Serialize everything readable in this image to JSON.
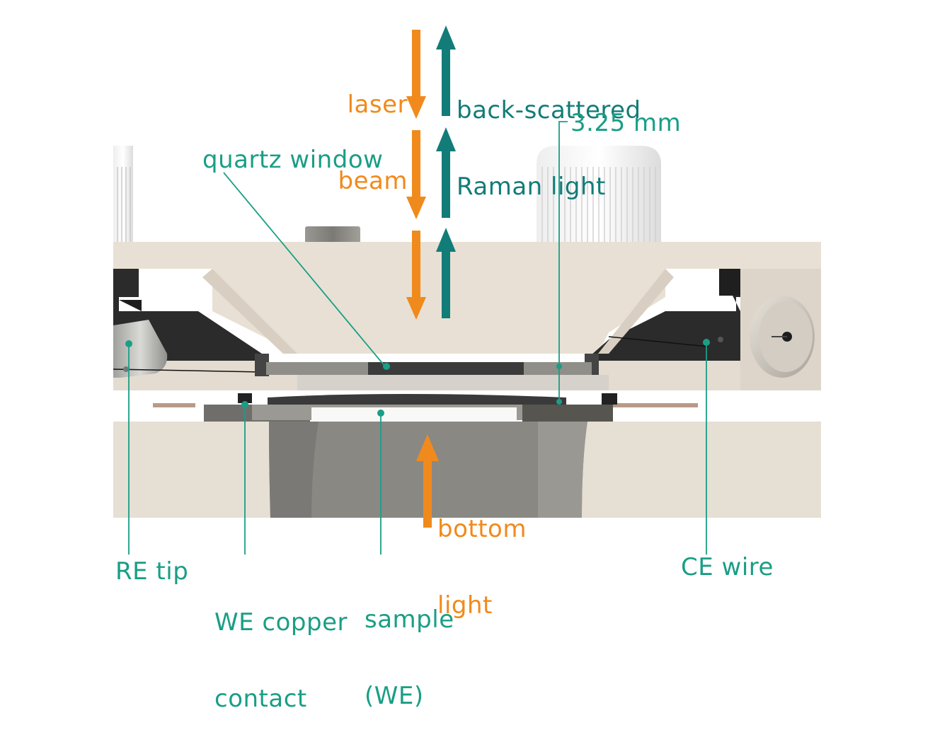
{
  "colors": {
    "label_teal": "#1a9e86",
    "arrow_teal": "#127c78",
    "orange": "#f08a1c",
    "housing": "#e6ddd0",
    "housing_shade": "#c9c0b3",
    "dark_part": "#2a2a2a",
    "steel": "#8b8a86"
  },
  "labels": {
    "laser_beam": [
      "laser",
      "beam"
    ],
    "back_scattered": [
      "back-scattered",
      "Raman light"
    ],
    "dimension": "3.25 mm",
    "quartz_window": "quartz window",
    "bottom_light": [
      "bottom",
      "light"
    ],
    "re_tip": "RE tip",
    "we_copper_contact": [
      "WE copper",
      "contact"
    ],
    "sample_we": [
      "sample",
      "(WE)"
    ],
    "ce_wire": "CE wire"
  },
  "icons": {
    "down_arrow": "orange-down-arrow-icon",
    "up_arrow": "teal-up-arrow-icon",
    "bottom_arrow": "orange-up-arrow-icon"
  }
}
